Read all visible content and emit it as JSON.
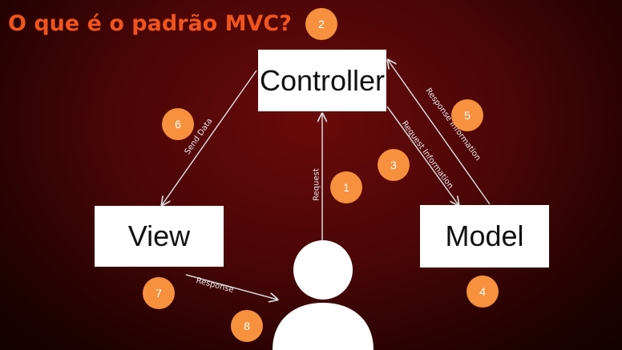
{
  "title": "O que é o padrão MVC?",
  "boxes": {
    "controller": "Controller",
    "view": "View",
    "model": "Model"
  },
  "arrows": {
    "request": "Request",
    "send_data": "Send Data",
    "request_information": "Request Information",
    "response_information": "Response Information",
    "response": "Response"
  },
  "steps": [
    "1",
    "2",
    "3",
    "4",
    "5",
    "6",
    "7",
    "8"
  ],
  "icons": {
    "user": "user-icon"
  },
  "colors": {
    "title": "#f0541c",
    "badge": "#f7913d",
    "background": "#4a0606"
  }
}
